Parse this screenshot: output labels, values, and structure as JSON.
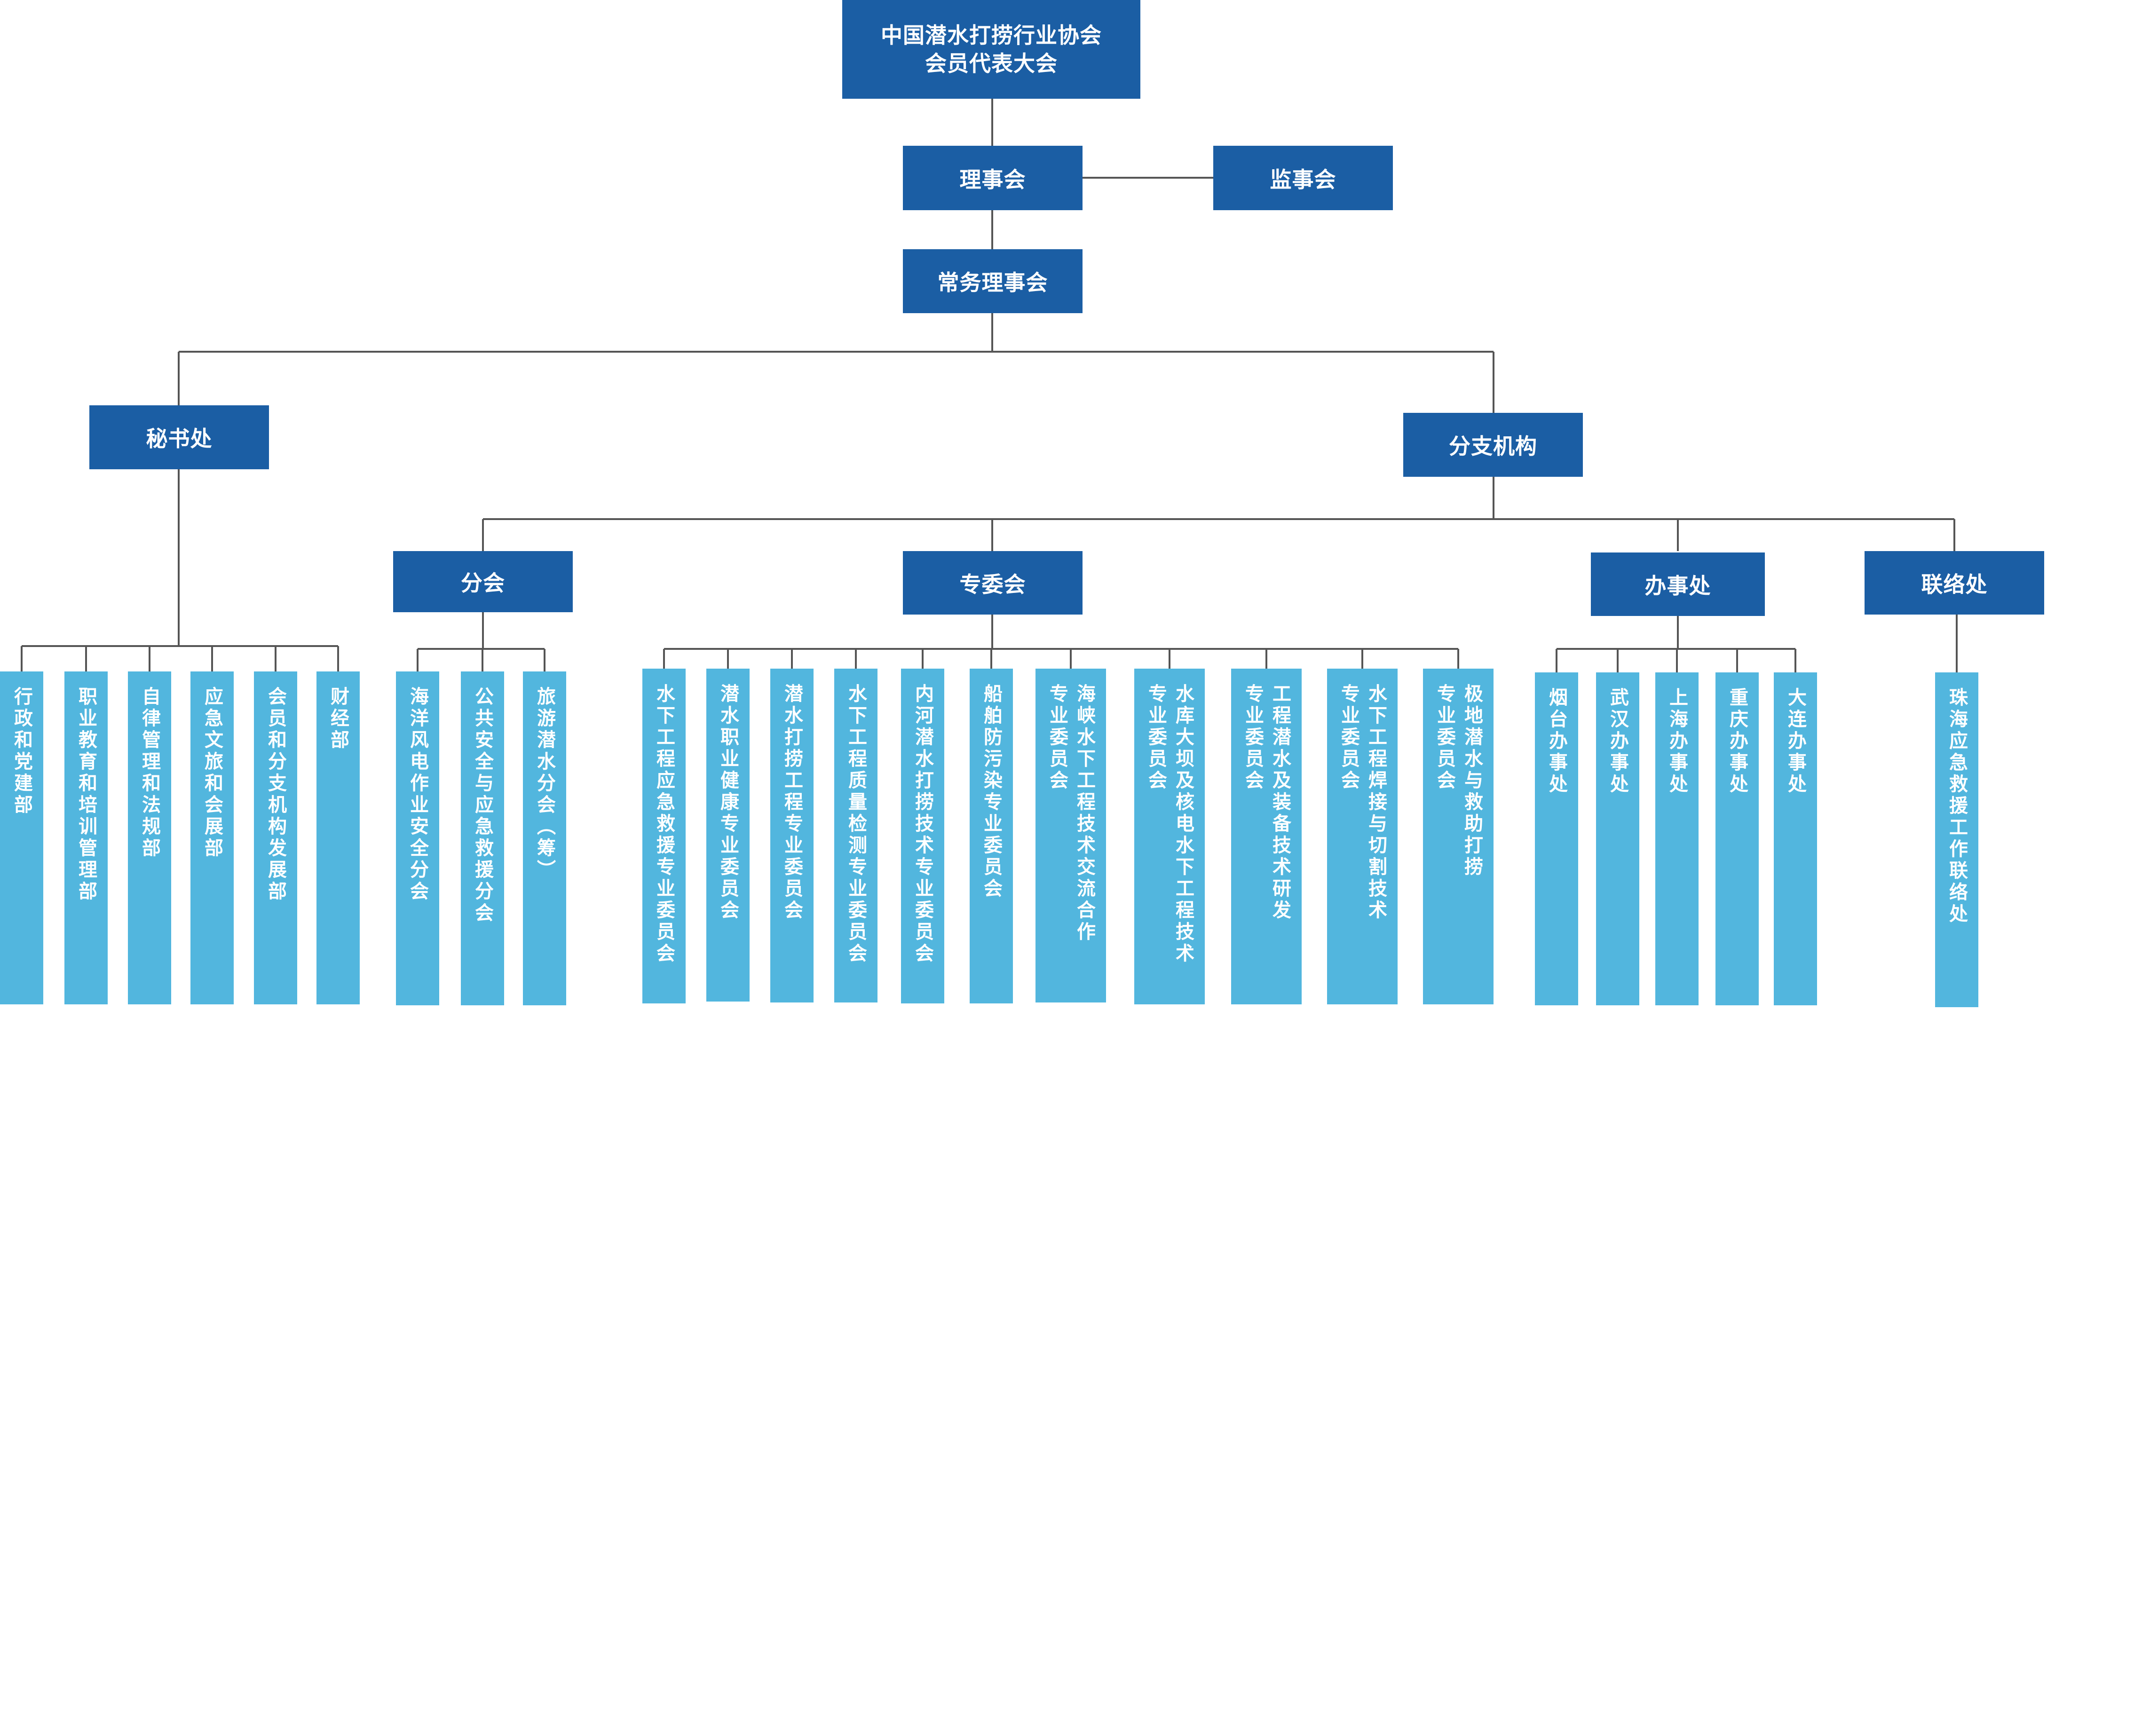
{
  "colors": {
    "dark_box": "#1b5ea4",
    "light_box": "#52b6de",
    "connector": "#555555"
  },
  "top": {
    "line1": "中国潜水打捞行业协会",
    "line2": "会员代表大会"
  },
  "council": "理事会",
  "supervisors": "监事会",
  "standing_council": "常务理事会",
  "secretariat": {
    "label": "秘书处",
    "departments": [
      "行政和党建部",
      "职业教育和培训管理部",
      "自律管理和法规部",
      "应急文旅和会展部",
      "会员和分支机构发展部",
      "财经部"
    ]
  },
  "branches": {
    "label": "分支机构",
    "sub_branches": {
      "label": "分会",
      "items": [
        "海洋风电作业安全分会",
        "公共安全与应急救援分会",
        "旅游潜水分会（筹）"
      ]
    },
    "committees": {
      "label": "专委会",
      "items": [
        {
          "lines": [
            "水下工程应急救援专业委员会"
          ]
        },
        {
          "lines": [
            "潜水职业健康专业委员会"
          ]
        },
        {
          "lines": [
            "潜水打捞工程专业委员会"
          ]
        },
        {
          "lines": [
            "水下工程质量检测专业委员会"
          ]
        },
        {
          "lines": [
            "内河潜水打捞技术专业委员会"
          ]
        },
        {
          "lines": [
            "船舶防污染专业委员会"
          ]
        },
        {
          "lines": [
            "海峡水下工程技术交流合作",
            "专业委员会"
          ]
        },
        {
          "lines": [
            "水库大坝及核电水下工程技术",
            "专业委员会"
          ]
        },
        {
          "lines": [
            "工程潜水及装备技术研发",
            "专业委员会"
          ]
        },
        {
          "lines": [
            "水下工程焊接与切割技术",
            "专业委员会"
          ]
        },
        {
          "lines": [
            "极地潜水与救助打捞",
            "专业委员会"
          ]
        }
      ]
    },
    "offices": {
      "label": "办事处",
      "items": [
        "烟台办事处",
        "武汉办事处",
        "上海办事处",
        "重庆办事处",
        "大连办事处"
      ]
    },
    "liaison": {
      "label": "联络处",
      "items": [
        "珠海应急救援工作联络处"
      ]
    }
  }
}
